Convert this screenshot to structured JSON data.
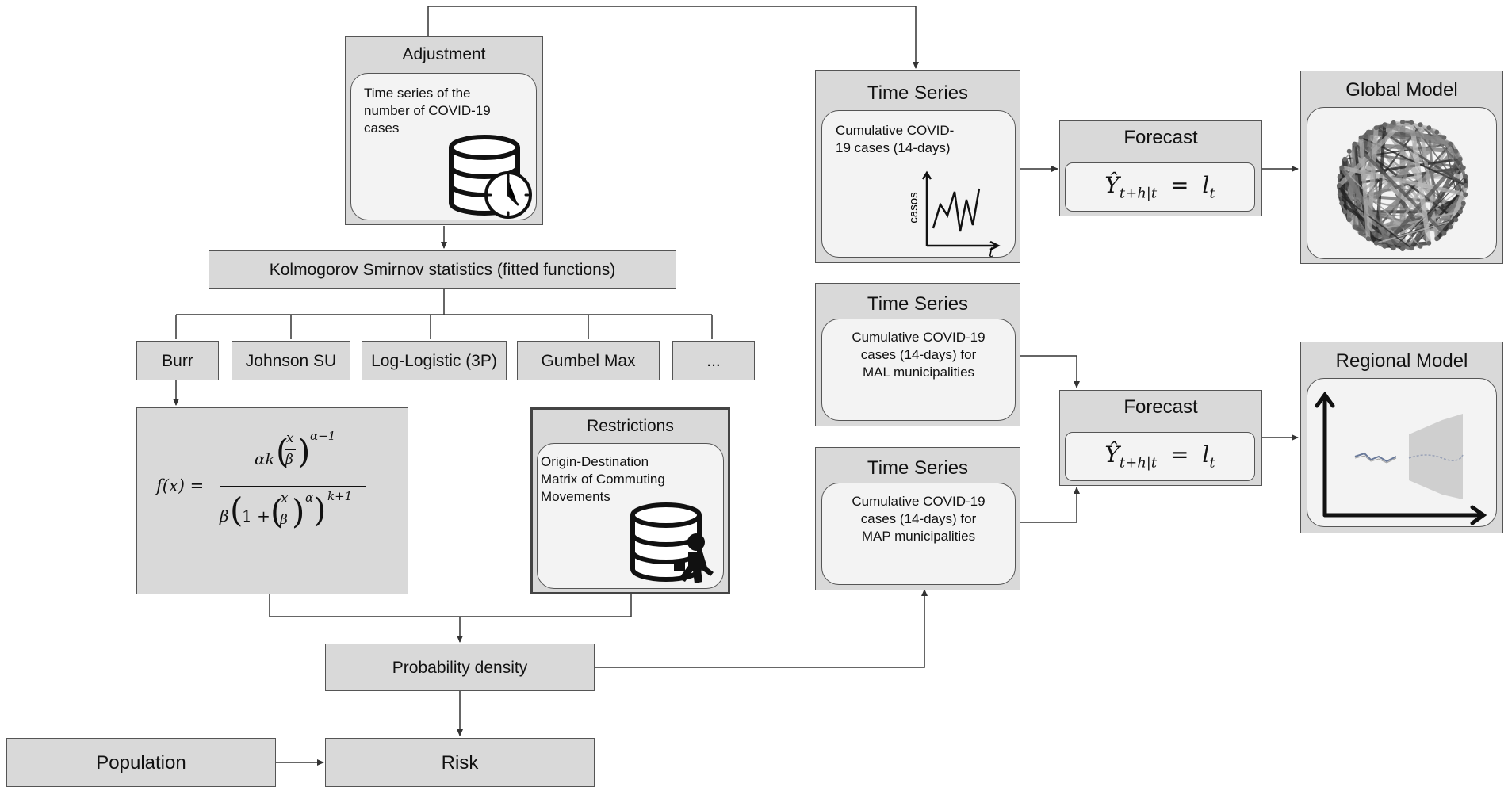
{
  "adjustment": {
    "title": "Adjustment",
    "line1": "Time series of the",
    "line2": "number  of COVID-19",
    "line3": "cases",
    "icon": "database-clock-icon"
  },
  "ks": {
    "label": "Kolmogorov Smirnov statistics (fitted functions)"
  },
  "distributions": [
    "Burr",
    "Johnson SU",
    "Log-Logistic (3P)",
    "Gumbel Max",
    "..."
  ],
  "burr_formula": {
    "lhs": "f(x) =",
    "num_ak": "αk",
    "alpha_m1": "α−1",
    "den_beta": "β",
    "one_plus": "1 +",
    "alpha": "α",
    "kp1": "k+1",
    "x": "x",
    "beta": "β"
  },
  "restrictions": {
    "title": "Restrictions",
    "line1": "Origin-Destination",
    "line2": "Matrix of Commuting",
    "line3": "Movements",
    "icon": "database-commuter-icon"
  },
  "probability_density": {
    "label": "Probability density"
  },
  "population": {
    "label": "Population"
  },
  "risk": {
    "label": "Risk"
  },
  "ts_global": {
    "title": "Time Series",
    "line1": "Cumulative COVID-",
    "line2": "19 cases (14-days)",
    "axis_y": "casos",
    "axis_x": "t"
  },
  "ts_mal": {
    "title": "Time Series",
    "line1": "Cumulative COVID-19",
    "line2": "cases (14-days) for",
    "line3": "MAL municipalities"
  },
  "ts_map": {
    "title": "Time Series",
    "line1": "Cumulative COVID-19",
    "line2": "cases (14-days) for",
    "line3": "MAP municipalities"
  },
  "forecast_global": {
    "title": "Forecast",
    "lhs": "Ŷ",
    "sub": "t+h|t",
    "eq": "=",
    "rhs": "l",
    "rhs_sub": "t"
  },
  "forecast_regional": {
    "title": "Forecast",
    "lhs": "Ŷ",
    "sub": "t+h|t",
    "eq": "=",
    "rhs": "l",
    "rhs_sub": "t"
  },
  "global_model": {
    "title": "Global Model",
    "icon": "network-graph-icon"
  },
  "regional_model": {
    "title": "Regional Model",
    "icon": "forecast-chart-icon"
  }
}
